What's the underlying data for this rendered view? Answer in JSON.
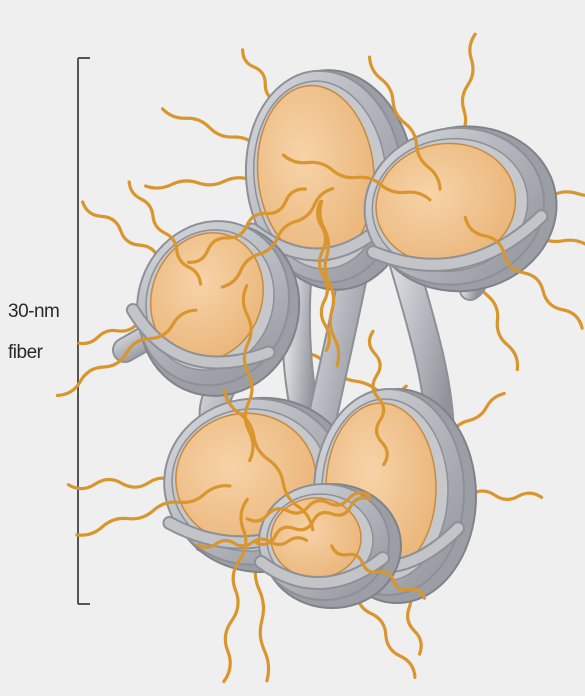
{
  "diagram": {
    "label_line1": "30-nm",
    "label_line2": "fiber",
    "colors": {
      "background": "#efefef",
      "strand_fill": "#b7bac0",
      "strand_highlight": "#d6d8dc",
      "strand_outline": "#8d9096",
      "nucleosome_core": "#f1c493",
      "core_outline": "#c98a3e",
      "histone_tail": "#d9962e",
      "bracket": "#555555"
    },
    "nucleosome_count": 6
  }
}
